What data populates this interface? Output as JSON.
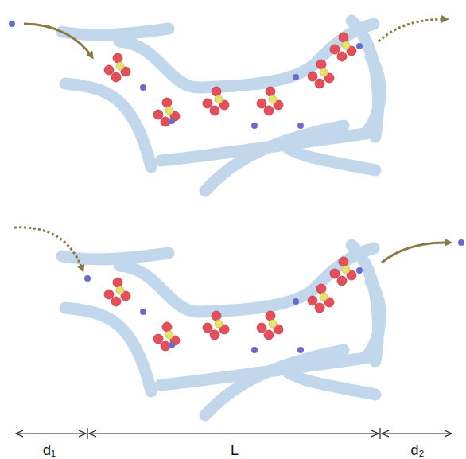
{
  "diagram": {
    "labels": [
      "d₁",
      "L",
      "d₂"
    ]
  }
}
